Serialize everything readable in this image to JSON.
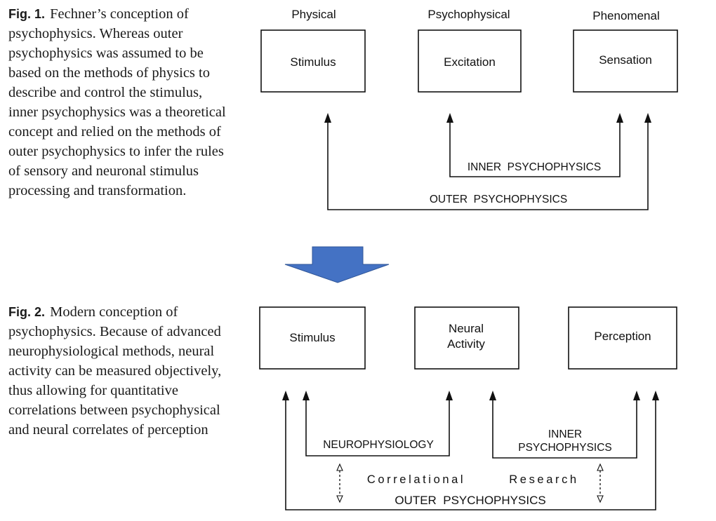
{
  "fig1": {
    "caption_label": "Fig. 1.",
    "caption_text": "Fechner’s conception of psychophysics. Whereas outer psychophysics was assumed to be based on the methods of physics to describe and control the stimulus, inner psychophysics was a theoretical concept and relied on the methods of outer psychophysics to infer the rules of sensory and neuronal stimulus processing and transformation.",
    "headers": [
      "Physical",
      "Psychophysical",
      "Phenomenal"
    ],
    "boxes": [
      "Stimulus",
      "Excitation",
      "Sensation"
    ],
    "inner_label": "INNER  PSYCHOPHYSICS",
    "outer_label": "OUTER  PSYCHOPHYSICS"
  },
  "fig2": {
    "caption_label": "Fig. 2.",
    "caption_text": "Modern conception of psychophysics. Because of advanced neurophysiological methods, neural activity can be measured objectively, thus allowing for quantitative correlations between psychophysical and neural correlates of perception",
    "box1": "Stimulus",
    "box2_line1": "Neural",
    "box2_line2": "Activity",
    "box3": "Perception",
    "neuro_label": "NEUROPHYSIOLOGY",
    "inner_line1": "INNER",
    "inner_line2": "PSYCHOPHYSICS",
    "correlational_word1": "Correlational",
    "correlational_word2": "Research",
    "outer_label": "OUTER  PSYCHOPHYSICS"
  },
  "colors": {
    "arrow_fill": "#4472c4",
    "arrow_stroke": "#2f5597",
    "ink": "#111111"
  }
}
